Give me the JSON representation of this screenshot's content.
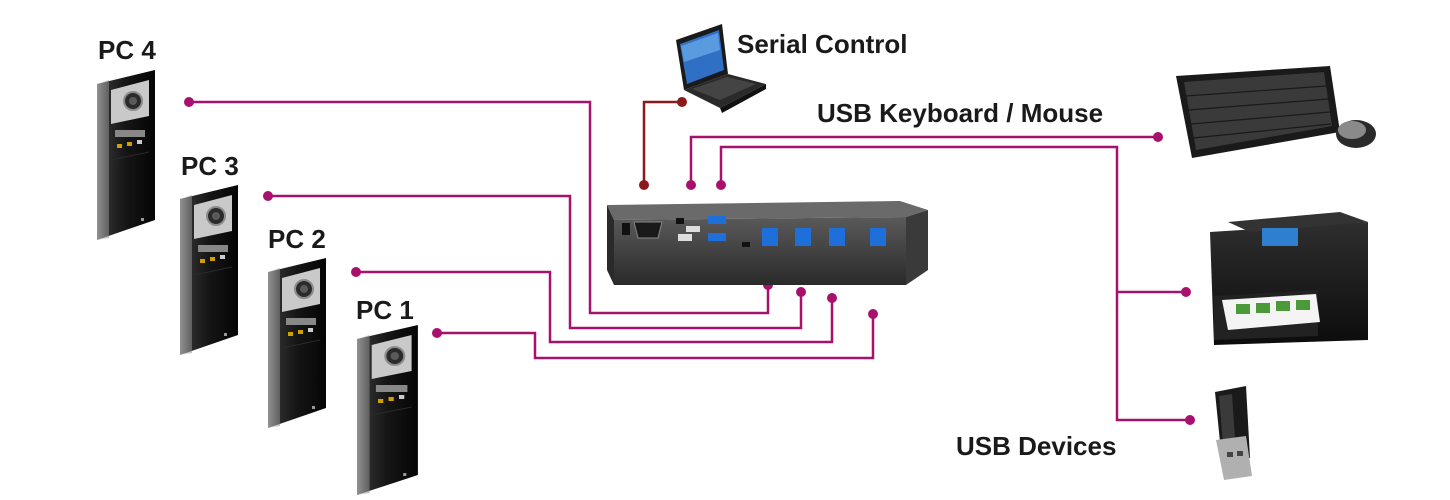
{
  "labels": {
    "pc4": "PC 4",
    "pc3": "PC 3",
    "pc2": "PC 2",
    "pc1": "PC 1",
    "serial_control": "Serial Control",
    "usb_keyboard_mouse": "USB Keyboard / Mouse",
    "usb_devices": "USB Devices"
  },
  "colors": {
    "usb_line": "#a8106e",
    "serial_line": "#8b1a1a",
    "label_text": "#1a1a1a",
    "kvm_body": "#3c3c3c",
    "usb3_port": "#1e6fd9"
  },
  "icons": {
    "pc": "tower-computer-icon",
    "laptop": "laptop-icon",
    "keyboard": "keyboard-mouse-icon",
    "printer": "printer-icon",
    "flash_drive": "usb-flash-drive-icon",
    "switch": "kvm-switch-icon"
  }
}
